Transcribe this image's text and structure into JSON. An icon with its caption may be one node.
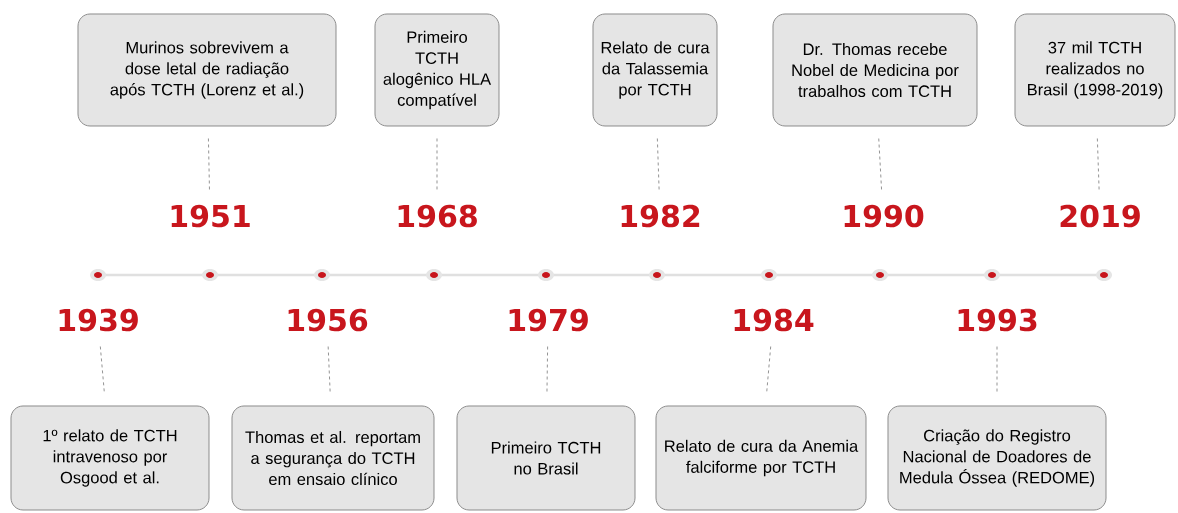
{
  "diagram": {
    "nodes": [
      {
        "text": [
          "Murinos sobrevivem a dose letal de radiação após TCTH (Lorenz et al.)"
        ]
      },
      {
        "text": [
          "Primeiro TCTH alogênico HLA compatível"
        ]
      },
      {
        "text": [
          "Relato de cura da Talassemia por TCTH"
        ]
      },
      {
        "text": [
          "Dr. Thomas recebe Nobel de Medicina por trabalhos com TCTH"
        ]
      },
      {
        "text": [
          "37 mil TCTH realizados no Brasil (1998-2019)"
        ]
      },
      {
        "text": [
          "1951"
        ]
      },
      {
        "text": [
          "1968"
        ]
      },
      {
        "text": [
          "1982"
        ]
      },
      {
        "text": [
          "1990"
        ]
      },
      {
        "text": [
          "2019"
        ]
      },
      {
        "text": [
          "1939"
        ]
      },
      {
        "text": [
          "1956"
        ]
      },
      {
        "text": [
          "1979"
        ]
      },
      {
        "text": [
          "1984"
        ]
      },
      {
        "text": [
          "1993"
        ]
      },
      {
        "text": [
          "1º relato de TCTH intravenoso por Osgood et al."
        ]
      },
      {
        "text": [
          "Thomas et al. reportam a segurança do TCTH em ensaio clínico"
        ]
      },
      {
        "text": [
          "Primeiro TCTH no Brasil"
        ]
      },
      {
        "text": [
          "Relato de cura da Anemia falciforme por TCTH"
        ]
      },
      {
        "text": [
          "Criação do Registro Nacional de Doadores de Medula Óssea (REDOME)"
        ]
      }
    ],
    "edges": [
      {
        "from": 5,
        "to": 0,
        "arrow": "none",
        "style": "dashed"
      },
      {
        "from": 6,
        "to": 1,
        "arrow": "none",
        "style": "dashed"
      },
      {
        "from": 7,
        "to": 2,
        "arrow": "none",
        "style": "dashed"
      },
      {
        "from": 8,
        "to": 3,
        "arrow": "none",
        "style": "dashed"
      },
      {
        "from": 9,
        "to": 4,
        "arrow": "none",
        "style": "dashed"
      },
      {
        "from": 10,
        "to": 15,
        "arrow": "none",
        "style": "dashed"
      },
      {
        "from": 11,
        "to": 16,
        "arrow": "none",
        "style": "dashed"
      },
      {
        "from": 12,
        "to": 17,
        "arrow": "none",
        "style": "dashed"
      },
      {
        "from": 13,
        "to": 18,
        "arrow": "none",
        "style": "dashed"
      },
      {
        "from": 14,
        "to": 19,
        "arrow": "none",
        "style": "dashed"
      }
    ]
  }
}
